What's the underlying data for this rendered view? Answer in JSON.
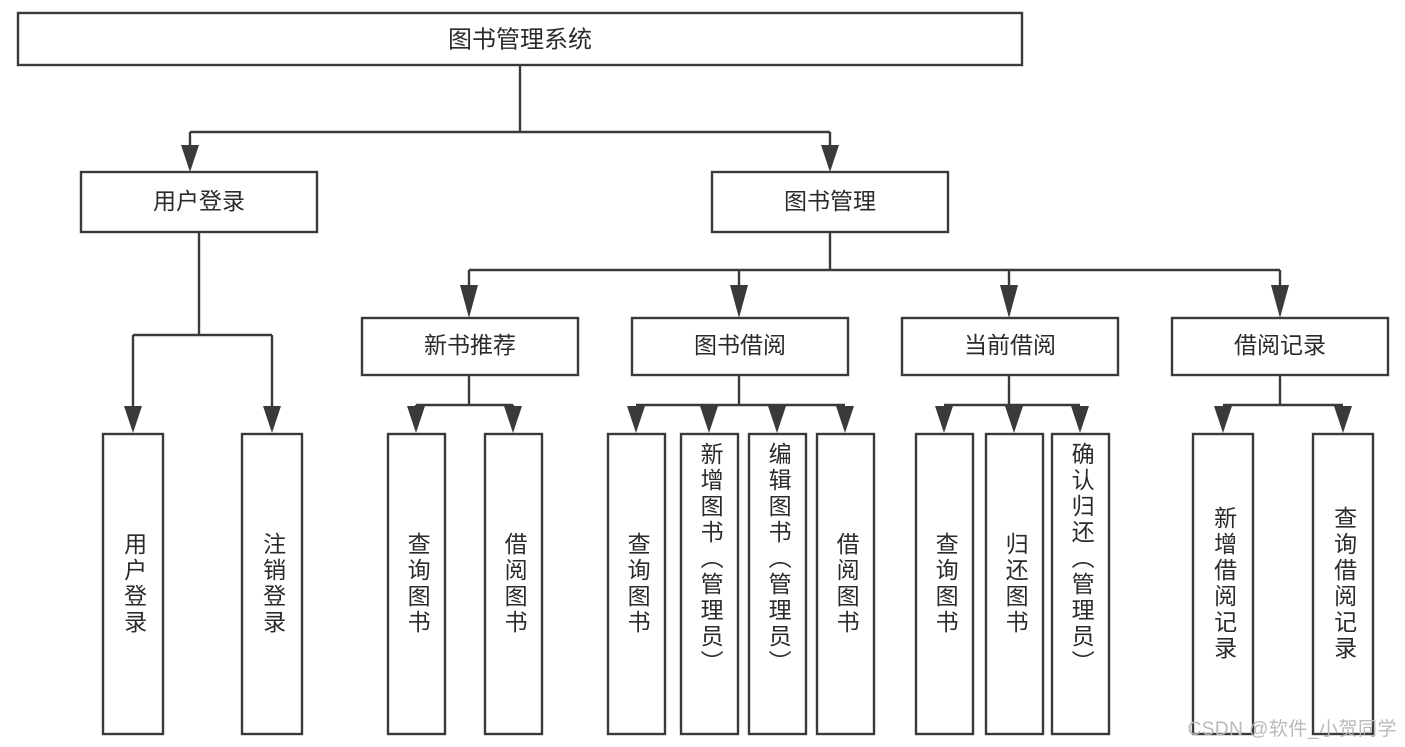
{
  "diagram": {
    "kind": "tree-hierarchy-chart",
    "title": "图书管理系统",
    "root": {
      "id": "root",
      "label": "图书管理系统",
      "orientation": "horizontal"
    },
    "level1": [
      {
        "id": "user-login",
        "label": "用户登录",
        "orientation": "horizontal"
      },
      {
        "id": "book-management",
        "label": "图书管理",
        "orientation": "horizontal"
      }
    ],
    "level2": [
      {
        "id": "new-book-recommend",
        "label": "新书推荐",
        "parent": "book-management",
        "orientation": "horizontal"
      },
      {
        "id": "book-borrow",
        "label": "图书借阅",
        "parent": "book-management",
        "orientation": "horizontal"
      },
      {
        "id": "current-borrow",
        "label": "当前借阅",
        "parent": "book-management",
        "orientation": "horizontal"
      },
      {
        "id": "borrow-record",
        "label": "借阅记录",
        "parent": "book-management",
        "orientation": "horizontal"
      }
    ],
    "leaves": [
      {
        "id": "leaf-user-login",
        "label": "用户登录",
        "parent": "user-login",
        "orientation": "vertical"
      },
      {
        "id": "leaf-logout-login",
        "label": "注销登录",
        "parent": "user-login",
        "orientation": "vertical"
      },
      {
        "id": "leaf-query-book-1",
        "label": "查询图书",
        "parent": "new-book-recommend",
        "orientation": "vertical"
      },
      {
        "id": "leaf-borrow-book-1",
        "label": "借阅图书",
        "parent": "new-book-recommend",
        "orientation": "vertical"
      },
      {
        "id": "leaf-query-book-2",
        "label": "查询图书",
        "parent": "book-borrow",
        "orientation": "vertical"
      },
      {
        "id": "leaf-add-book",
        "label": "新增图书（管理员）",
        "parent": "book-borrow",
        "orientation": "vertical"
      },
      {
        "id": "leaf-edit-book",
        "label": "编辑图书（管理员）",
        "parent": "book-borrow",
        "orientation": "vertical"
      },
      {
        "id": "leaf-borrow-book-2",
        "label": "借阅图书",
        "parent": "book-borrow",
        "orientation": "vertical"
      },
      {
        "id": "leaf-query-book-3",
        "label": "查询图书",
        "parent": "current-borrow",
        "orientation": "vertical"
      },
      {
        "id": "leaf-return-book",
        "label": "归还图书",
        "parent": "current-borrow",
        "orientation": "vertical"
      },
      {
        "id": "leaf-confirm-return",
        "label": "确认归还（管理员）",
        "parent": "current-borrow",
        "orientation": "vertical"
      },
      {
        "id": "leaf-add-record",
        "label": "新增借阅记录",
        "parent": "borrow-record",
        "orientation": "vertical"
      },
      {
        "id": "leaf-query-record",
        "label": "查询借阅记录",
        "parent": "borrow-record",
        "orientation": "vertical"
      }
    ],
    "colors": {
      "stroke": "#3a3a3a",
      "box_fill": "#ffffff",
      "text": "#2b2b2b",
      "background": "#ffffff",
      "watermark": "#b9b9b9"
    }
  },
  "watermark": {
    "text": "CSDN @软件_小贺同学"
  }
}
